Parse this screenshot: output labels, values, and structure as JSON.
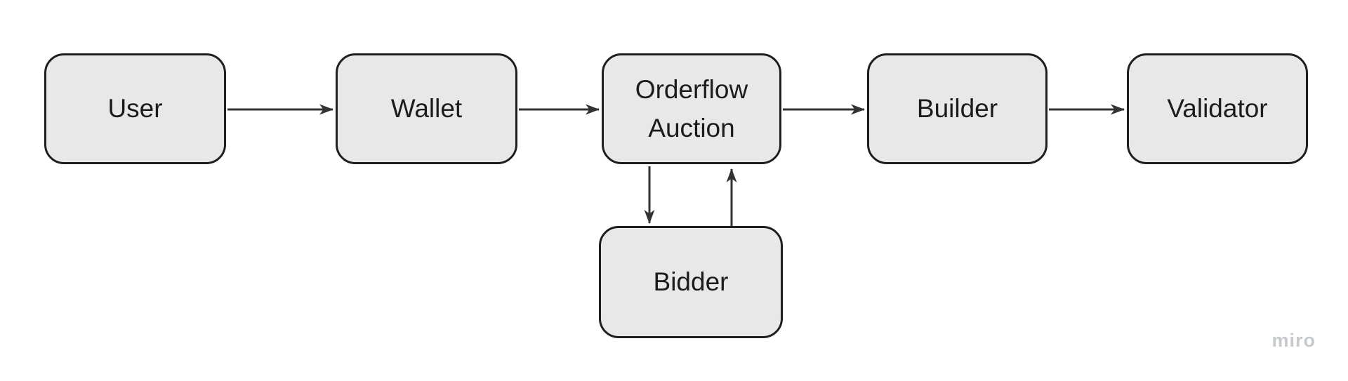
{
  "diagram": {
    "nodes": [
      {
        "id": "user",
        "label": "User"
      },
      {
        "id": "wallet",
        "label": "Wallet"
      },
      {
        "id": "orderflow-auction",
        "label": "Orderflow Auction"
      },
      {
        "id": "builder",
        "label": "Builder"
      },
      {
        "id": "validator",
        "label": "Validator"
      },
      {
        "id": "bidder",
        "label": "Bidder"
      }
    ],
    "edges": [
      {
        "from": "User",
        "to": "Wallet"
      },
      {
        "from": "Wallet",
        "to": "Orderflow Auction"
      },
      {
        "from": "Orderflow Auction",
        "to": "Builder"
      },
      {
        "from": "Builder",
        "to": "Validator"
      },
      {
        "from": "Orderflow Auction",
        "to": "Bidder"
      },
      {
        "from": "Bidder",
        "to": "Orderflow Auction"
      }
    ],
    "watermark": {
      "text": "miro"
    },
    "colors": {
      "background": "#ffffff",
      "node_fill": "#e8e8e8",
      "node_border": "#1f1f1f",
      "node_text": "#1c1c1c",
      "arrow": "#333333",
      "watermark": "#c7cacd"
    }
  }
}
